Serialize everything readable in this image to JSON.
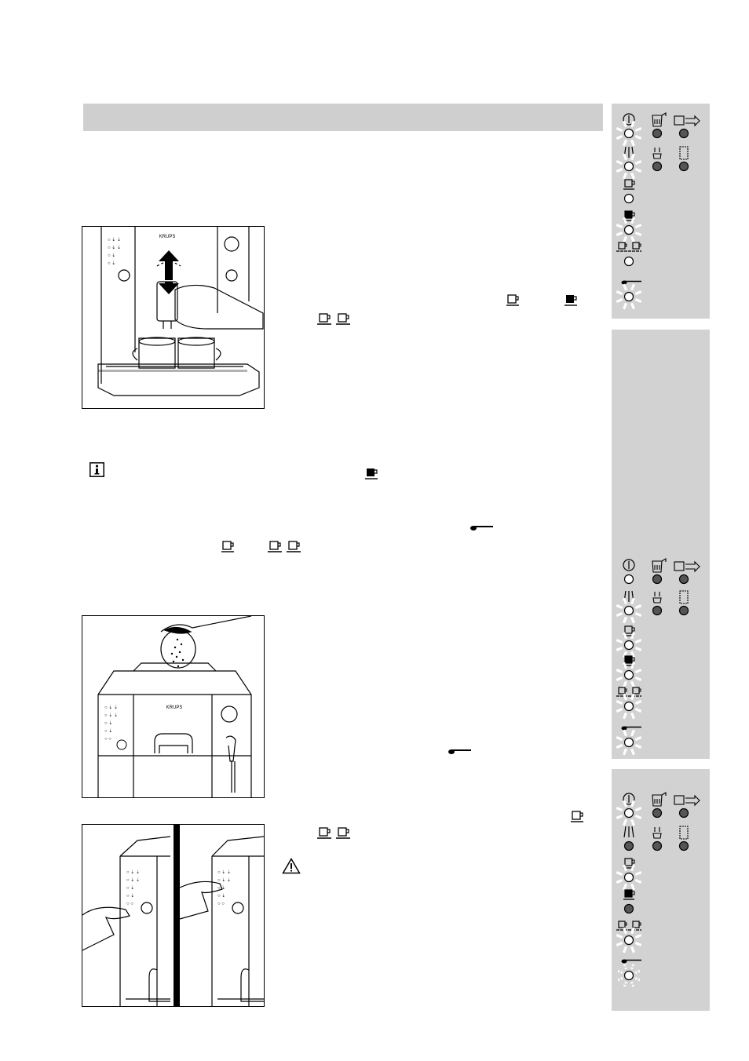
{
  "page": {
    "section_header_text": ""
  },
  "illustrations": [
    {
      "id": "spout-adjust",
      "brand": "KRUPS"
    },
    {
      "id": "ground-coffee-fill",
      "brand": "KRUPS"
    },
    {
      "id": "button-press",
      "brand": ""
    }
  ],
  "icons": {
    "single_cup": "single-cup-icon",
    "strong_cup": "strong-cup-icon",
    "double_cup": "double-cup-icon",
    "ground_coffee": "ground-coffee-icon",
    "info": "info-icon",
    "warning": "warning-icon"
  },
  "colors": {
    "panel_bg": "#d2d2d2",
    "header_bg": "#cfcfcf",
    "led_off": "#ffffff",
    "led_on": "#555555"
  },
  "status_panels": [
    {
      "id": "panel-1",
      "power": "blinking",
      "steam": "blinking",
      "single": "off",
      "strong": "blinking",
      "double": "off",
      "ground": "blinking"
    },
    {
      "id": "panel-2",
      "power": "off",
      "steam": "blinking",
      "single": "blinking",
      "strong": "blinking",
      "double": "blinking",
      "ground": "blinking"
    },
    {
      "id": "panel-3",
      "power": "blinking",
      "steam": "on",
      "single": "blinking",
      "strong": "on",
      "double": "blinking",
      "ground": "dashed"
    }
  ]
}
